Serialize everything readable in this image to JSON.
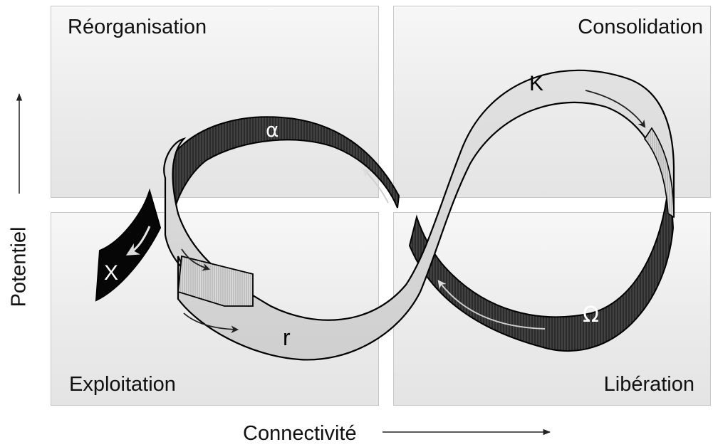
{
  "quadrants": {
    "top_left": "Réorganisation",
    "top_right": "Consolidation",
    "bottom_left": "Exploitation",
    "bottom_right": "Libération"
  },
  "phases": {
    "alpha": "α",
    "k": "K",
    "omega": "Ω",
    "r": "r",
    "x": "X"
  },
  "axes": {
    "y_label": "Potentiel",
    "x_label": "Connectivité"
  },
  "colors": {
    "band_light": "#d6d6d6",
    "band_dark": "#2a2a2a",
    "band_black": "#050505",
    "arrow_on_light": "#222222",
    "arrow_on_dark": "#d8d8d8"
  }
}
